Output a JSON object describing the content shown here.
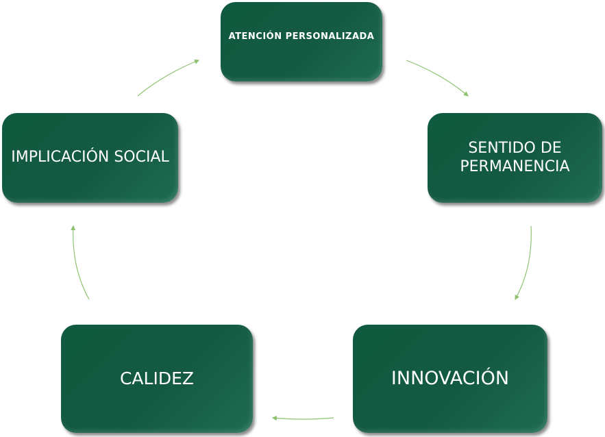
{
  "diagram": {
    "type": "cycle",
    "nodes": [
      {
        "id": "atencion",
        "label": "ATENCIÓN PERSONALIZADA"
      },
      {
        "id": "sentido",
        "label": "SENTIDO DE PERMANENCIA"
      },
      {
        "id": "innovacion",
        "label": "INNOVACIÓN"
      },
      {
        "id": "calidez",
        "label": "CALIDEZ"
      },
      {
        "id": "implicacion",
        "label": "IMPLICACIÓN SOCIAL"
      }
    ],
    "colors": {
      "box": "#145a42",
      "arrow": "#8dc26f",
      "text": "#ffffff"
    }
  }
}
